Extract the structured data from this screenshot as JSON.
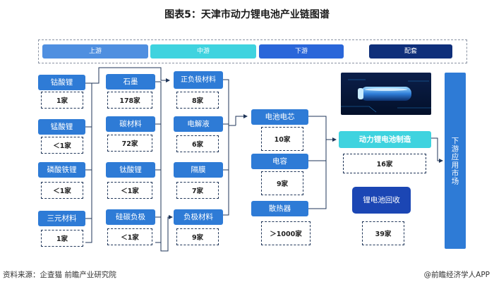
{
  "title": "图表5：天津市动力锂电池产业链图谱",
  "legend": [
    {
      "label": "上游",
      "color": "#4f8fe0"
    },
    {
      "label": "中游",
      "color": "#3fd3df"
    },
    {
      "label": "下游",
      "color": "#2a66d9"
    },
    {
      "label": "配套",
      "color": "#0f2f7a"
    }
  ],
  "columns": {
    "col1": [
      {
        "name": "钴酸锂",
        "count": "1家"
      },
      {
        "name": "锰酸锂",
        "count": "＜1家"
      },
      {
        "name": "磷酸铁锂",
        "count": "＜1家"
      },
      {
        "name": "三元材料",
        "count": "1家"
      }
    ],
    "col2": [
      {
        "name": "石墨",
        "count": "178家"
      },
      {
        "name": "碳材料",
        "count": "72家"
      },
      {
        "name": "钛酸锂",
        "count": "＜1家"
      },
      {
        "name": "硅碳负极",
        "count": "＜1家"
      }
    ],
    "col3": [
      {
        "name": "正负极材料",
        "count": "8家"
      },
      {
        "name": "电解液",
        "count": "6家"
      },
      {
        "name": "隔膜",
        "count": "7家"
      },
      {
        "name": "负极材料",
        "count": "9家"
      }
    ],
    "col4": [
      {
        "name": "电池电芯",
        "count": "10家"
      },
      {
        "name": "电容",
        "count": "9家"
      },
      {
        "name": "散热器",
        "count": "＞1000家"
      }
    ]
  },
  "midstream": {
    "name": "动力锂电池制造",
    "count": "16家"
  },
  "recycle": {
    "name": "锂电池回收",
    "count": "39家"
  },
  "downstream": "下游应用市场",
  "footer": {
    "source": "资料来源：企查猫 前瞻产业研究院",
    "brand": "@前瞻经济学人APP"
  },
  "photo_alt_icon": "battery-photo"
}
